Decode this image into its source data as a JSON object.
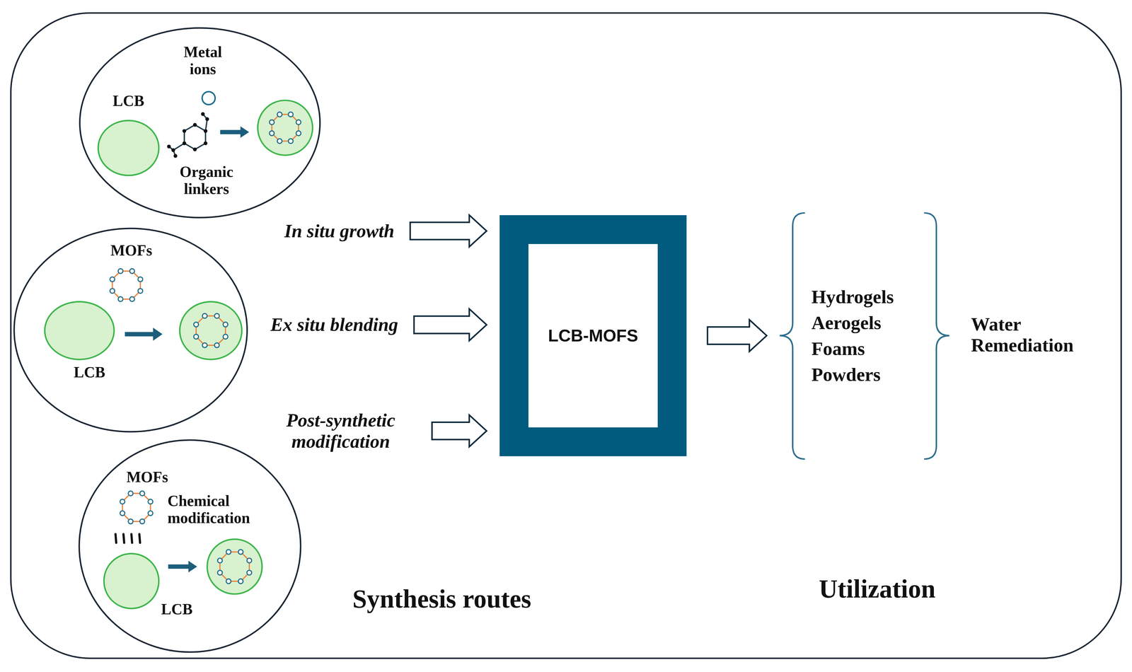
{
  "diagram": {
    "nodes": [
      {
        "text": [
          "Metal ions",
          "LCB",
          "Organic linkers"
        ]
      },
      {
        "text": [
          "MOFs",
          "LCB"
        ]
      },
      {
        "text": [
          "MOFs",
          "Chemical modification",
          "LCB"
        ]
      },
      {
        "text": [
          "LCB-MOFS"
        ]
      },
      {
        "text": [
          "Hydrogels",
          "Aerogels",
          "Foams",
          "Powders"
        ]
      }
    ],
    "edges": [
      {
        "from": 0,
        "to": 3,
        "arrow": "to",
        "label": "In situ growth"
      },
      {
        "from": 1,
        "to": 3,
        "arrow": "to",
        "label": "Ex situ blending"
      },
      {
        "from": 2,
        "to": 3,
        "arrow": "to",
        "label": "Post-synthetic modification"
      },
      {
        "from": 3,
        "to": 4,
        "arrow": "to"
      }
    ],
    "labels": [
      "Synthesis routes",
      "Utilization",
      "Water Remediation"
    ]
  }
}
